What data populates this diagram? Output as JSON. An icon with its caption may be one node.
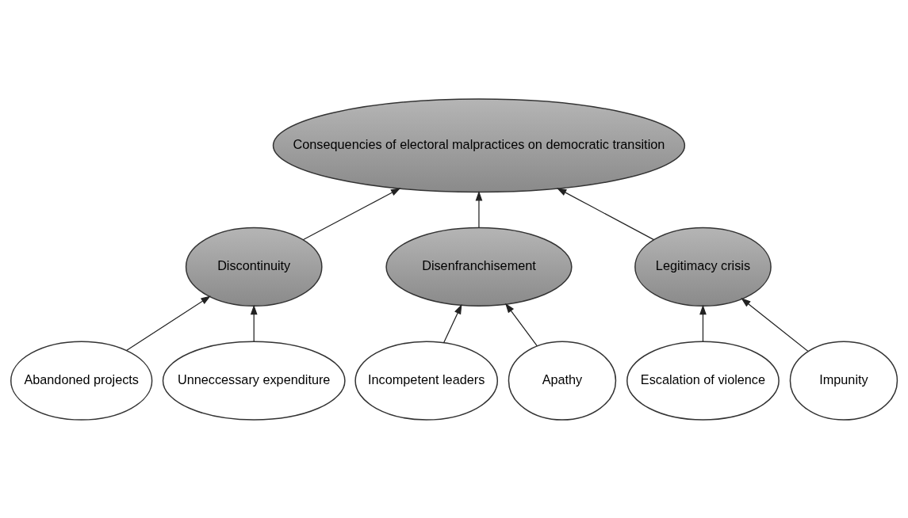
{
  "diagram": {
    "nodes": [
      {
        "text": [
          "Consequencies of electoral malpractices on democratic transition"
        ]
      },
      {
        "text": [
          "Discontinuity"
        ]
      },
      {
        "text": [
          "Disenfranchisement"
        ]
      },
      {
        "text": [
          "Legitimacy crisis"
        ]
      },
      {
        "text": [
          "Abandoned projects"
        ]
      },
      {
        "text": [
          "Unneccessary expenditure"
        ]
      },
      {
        "text": [
          "Incompetent leaders"
        ]
      },
      {
        "text": [
          "Apathy"
        ]
      },
      {
        "text": [
          "Escalation of violence"
        ]
      },
      {
        "text": [
          "Impunity"
        ]
      }
    ],
    "edges": [
      {
        "from": 1,
        "to": 0,
        "arrow": "to"
      },
      {
        "from": 2,
        "to": 0,
        "arrow": "to"
      },
      {
        "from": 3,
        "to": 0,
        "arrow": "to"
      },
      {
        "from": 4,
        "to": 1,
        "arrow": "to"
      },
      {
        "from": 5,
        "to": 1,
        "arrow": "to"
      },
      {
        "from": 6,
        "to": 2,
        "arrow": "to"
      },
      {
        "from": 7,
        "to": 2,
        "arrow": "to"
      },
      {
        "from": 8,
        "to": 3,
        "arrow": "to"
      },
      {
        "from": 9,
        "to": 3,
        "arrow": "to"
      }
    ]
  }
}
